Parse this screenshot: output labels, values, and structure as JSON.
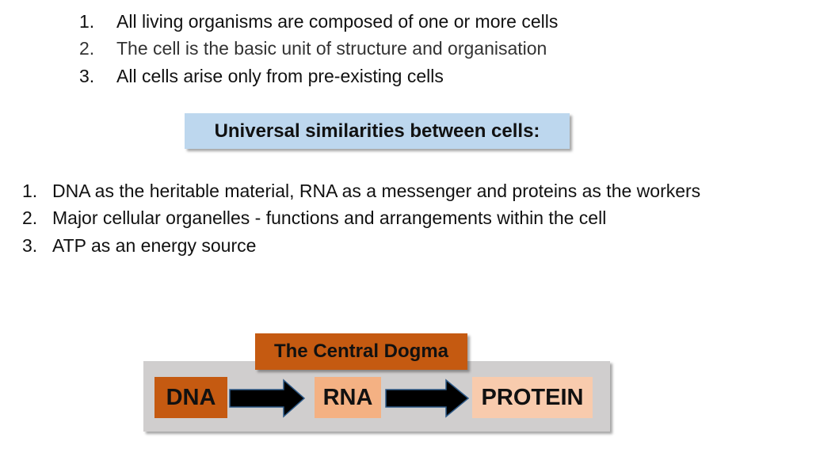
{
  "principles": [
    {
      "n": "1.",
      "text": "All living organisms are composed of one or more cells"
    },
    {
      "n": "2.",
      "text": "The cell is the basic unit of structure and organisation"
    },
    {
      "n": "3.",
      "text": "All cells arise only from pre-existing cells"
    }
  ],
  "heading": "Universal similarities between cells:",
  "similarities": [
    {
      "n": "1.",
      "text": "DNA as the heritable material, RNA as a messenger and proteins as the workers"
    },
    {
      "n": "2.",
      "text": "Major cellular organelles - functions and arrangements within the cell"
    },
    {
      "n": "3.",
      "text": "ATP as an energy source"
    }
  ],
  "dogma": {
    "title": "The Central Dogma",
    "dna": "DNA",
    "rna": "RNA",
    "protein": "PROTEIN"
  },
  "colors": {
    "heading_bg": "#bdd7ee",
    "dark_orange": "#c55a11",
    "mid_orange": "#f4b183",
    "light_orange": "#f8cbad",
    "gray": "#d0cece"
  }
}
